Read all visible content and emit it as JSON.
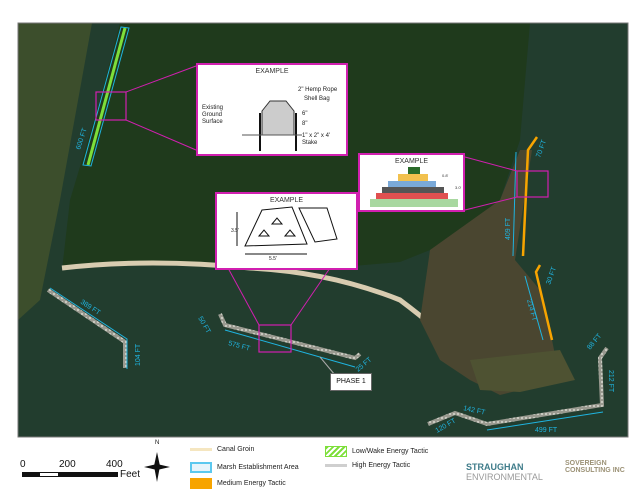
{
  "map": {
    "dimension_labels": {
      "canal": "600 FT",
      "west_groin_long": "389 FT",
      "west_groin_short": "104 FT",
      "phase1_end_west": "50 FT",
      "phase1_main": "575 FT",
      "phase1_end_east": "25 FT",
      "east_top_short": "70 FT",
      "east_marsh_upper": "409 FT",
      "east_lower_short": "30 FT",
      "east_marsh_lower": "214 FT",
      "south_top": "88 FT",
      "south_vertical": "212 FT",
      "south_mid": "142 FT",
      "south_west_end": "120 FT",
      "south_main": "499 FT"
    },
    "phase_callout": "PHASE 1",
    "insets": [
      {
        "title": "EXAMPLE",
        "labels": [
          "2\" Hemp Rope",
          "Shell Bag",
          "Existing Ground Surface",
          "6\"",
          "8\"",
          "1\" x 2\" x 4' Stake"
        ]
      },
      {
        "title": "EXAMPLE",
        "labels": [
          "0.8'",
          "3.0'"
        ]
      },
      {
        "title": "EXAMPLE",
        "labels": [
          "3.5'",
          "5.5'"
        ]
      }
    ]
  },
  "legend": {
    "items": [
      {
        "label": "Canal Groin",
        "color": "#f5e6c0"
      },
      {
        "label": "Marsh Establishment Area",
        "color": "#5bc8ef"
      },
      {
        "label": "Medium Energy Tactic",
        "color": "#f7a400"
      },
      {
        "label": "Low/Wake Energy Tactic",
        "color": "#7ddf3a"
      },
      {
        "label": "High Energy Tactic",
        "color": "#cfcfcf"
      }
    ]
  },
  "scale_bar": {
    "ticks": [
      "0",
      "200",
      "400"
    ],
    "unit": "Feet"
  },
  "north_arrow": "N",
  "logos": {
    "straughan": [
      "STRAUGHAN",
      "ENVIRONMENTAL"
    ],
    "sovereign": [
      "SOVEREIGN",
      "CONSULTING INC"
    ]
  },
  "colors": {
    "inset_border": "#d11fb0",
    "dimension": "#1fb4e0",
    "medium": "#f7a400",
    "low": "#7ddf3a"
  }
}
